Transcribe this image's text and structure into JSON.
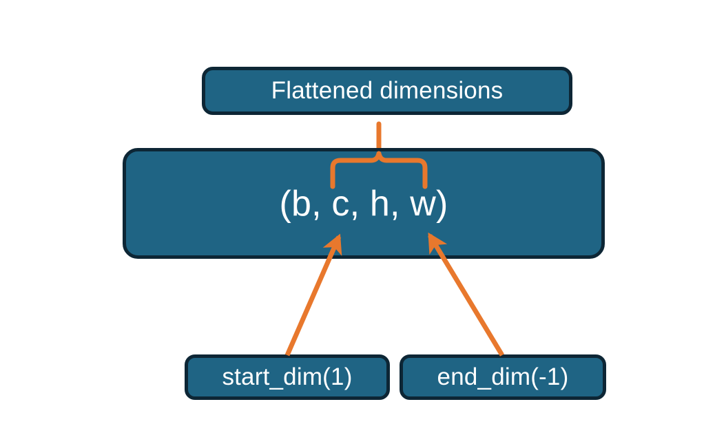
{
  "diagram": {
    "title_node": {
      "label": "Flattened dimensions"
    },
    "shape_node": {
      "label": "(b, c, h, w)"
    },
    "start_node": {
      "label": "start_dim(1)"
    },
    "end_node": {
      "label": "end_dim(-1)"
    },
    "colors": {
      "node_fill": "#1f6484",
      "node_border": "#0d2635",
      "node_text": "#ffffff",
      "connector": "#e8782d",
      "background": "#ffffff"
    },
    "connectors": {
      "brace": "curly-brace-spanning-c-h-w",
      "arrow_start": "arrow-start-dim-to-c",
      "arrow_end": "arrow-end-dim-to-w"
    }
  }
}
